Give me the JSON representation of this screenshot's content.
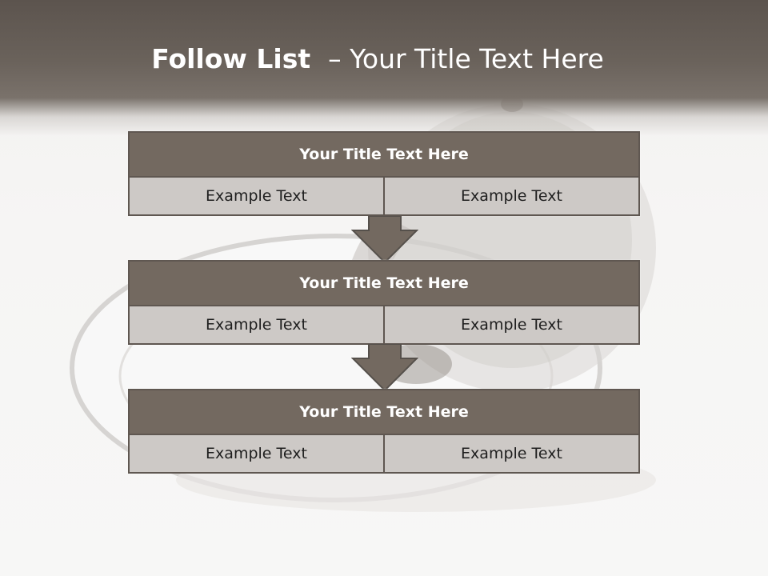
{
  "title": {
    "bold": "Follow List ",
    "rest": " – Your Title Text Here"
  },
  "blocks": [
    {
      "heading": "Your Title Text Here",
      "cells": [
        "Example Text",
        "Example Text"
      ]
    },
    {
      "heading": "Your Title Text Here",
      "cells": [
        "Example Text",
        "Example Text"
      ]
    },
    {
      "heading": "Your Title Text Here",
      "cells": [
        "Example Text",
        "Example Text"
      ]
    }
  ],
  "colors": {
    "header": "#736960",
    "cell": "#cdc9c6",
    "border": "#5f5751"
  }
}
